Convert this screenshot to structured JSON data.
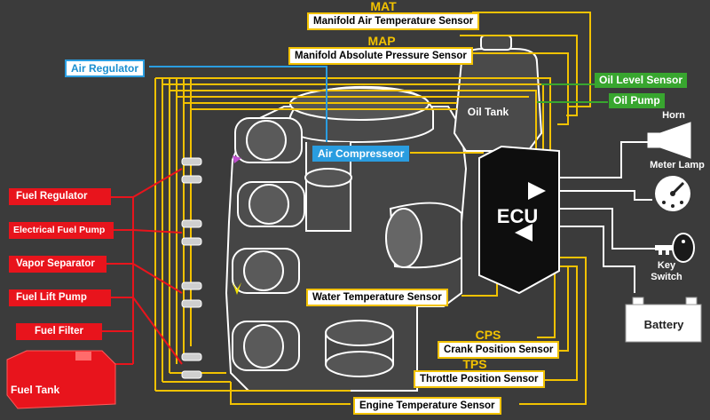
{
  "labels": {
    "mat_abbr": "MAT",
    "mat_full": "Manifold Air Temperature Sensor",
    "map_abbr": "MAP",
    "map_full": "Manifold Absolute Pressure Sensor",
    "air_regulator": "Air Regulator",
    "oil_tank": "Oil Tank",
    "oil_level_sensor": "Oil Level Sensor",
    "oil_pump": "Oil Pump",
    "horn": "Horn",
    "meter_lamp": "Meter Lamp",
    "air_compressor": "Air Compresseor",
    "ecu": "ECU",
    "key_switch_1": "Key",
    "key_switch_2": "Switch",
    "battery": "Battery",
    "water_temp": "Water Temperature Sensor",
    "cps_abbr": "CPS",
    "cps_full": "Crank Position Sensor",
    "tps_abbr": "TPS",
    "tps_full": "Throttle Position Sensor",
    "engine_temp": "Engine Temperature Sensor",
    "fuel_regulator": "Fuel Regulator",
    "electrical_fuel_pump": "Electrical Fuel Pump",
    "vapor_separator": "Vapor Separator",
    "fuel_lift_pump": "Fuel Lift Pump",
    "fuel_filter": "Fuel Filter",
    "fuel_tank": "Fuel Tank"
  },
  "colors": {
    "background": "#3b3b3b",
    "sensor_wire": "#f2c200",
    "fuel_line": "#e8141c",
    "air_line": "#2a9de0",
    "oil_label": "#38a62f",
    "outline": "#ffffff"
  }
}
